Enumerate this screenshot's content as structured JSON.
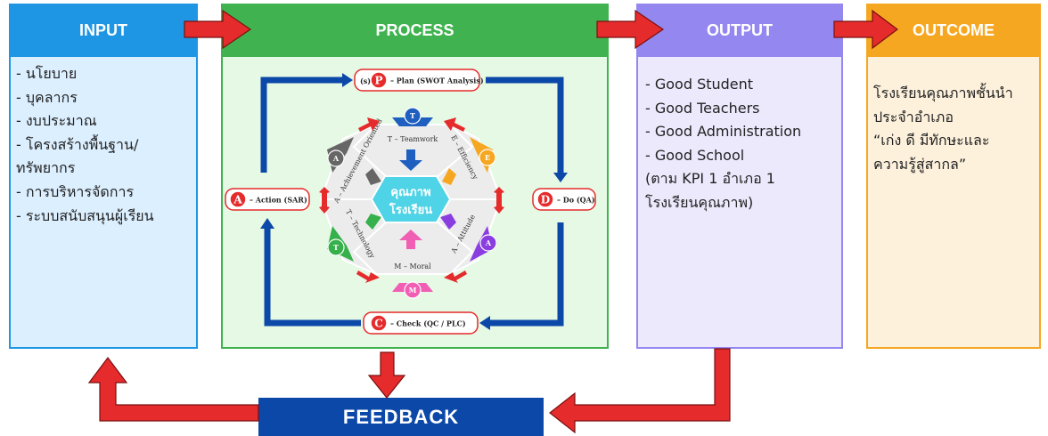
{
  "input": {
    "title": "INPUT",
    "items": [
      "- นโยบาย",
      "- บุคลากร",
      "- งบประมาณ",
      "- โครงสร้างพื้นฐาน/",
      "ทรัพยากร",
      "- การบริหารจัดการ",
      "- ระบบสนับสนุนผู้เรียน"
    ]
  },
  "process": {
    "title": "PROCESS",
    "plan": {
      "letter": "P",
      "prefix": "(s)",
      "label": "– Plan (SWOT Analysis)"
    },
    "do": {
      "letter": "D",
      "label": "– Do (QA)"
    },
    "check": {
      "letter": "C",
      "label": "– Check (QC / PLC)"
    },
    "action": {
      "letter": "A",
      "label": "– Action (SAR)"
    },
    "center_line1": "คุณภาพ",
    "center_line2": "โรงเรียน",
    "segments": {
      "teamwork": {
        "letter": "T",
        "label": "T – Teamwork"
      },
      "efficiency": {
        "letter": "E",
        "label": "E – Efficiency"
      },
      "attitude": {
        "letter": "A",
        "label": "A – Attitude"
      },
      "moral": {
        "letter": "M",
        "label": "M – Moral"
      },
      "technology": {
        "letter": "T",
        "label": "T – Technology"
      },
      "achievement": {
        "letter": "A",
        "label": "A – Achievement Oriented"
      }
    }
  },
  "output": {
    "title": "OUTPUT",
    "items": [
      "- Good Student",
      "- Good Teachers",
      "- Good Administration",
      "- Good School"
    ],
    "note_lines": [
      "(ตาม KPI 1 อำเภอ 1",
      "โรงเรียนคุณภาพ)"
    ]
  },
  "outcome": {
    "title": "OUTCOME",
    "lines": [
      "โรงเรียนคุณภาพชั้นนำ",
      "ประจำอำเภอ",
      "“เก่ง ดี มีทักษะและ",
      "ความรู้สู่สากล”"
    ]
  },
  "feedback": {
    "label": "FEEDBACK"
  },
  "colors": {
    "input": "#1e96e4",
    "process": "#40b350",
    "output": "#9488f0",
    "outcome": "#f6a722",
    "feedback": "#0c48a8",
    "arrow": "#e52b2b",
    "cycle": "#0c48a8"
  }
}
